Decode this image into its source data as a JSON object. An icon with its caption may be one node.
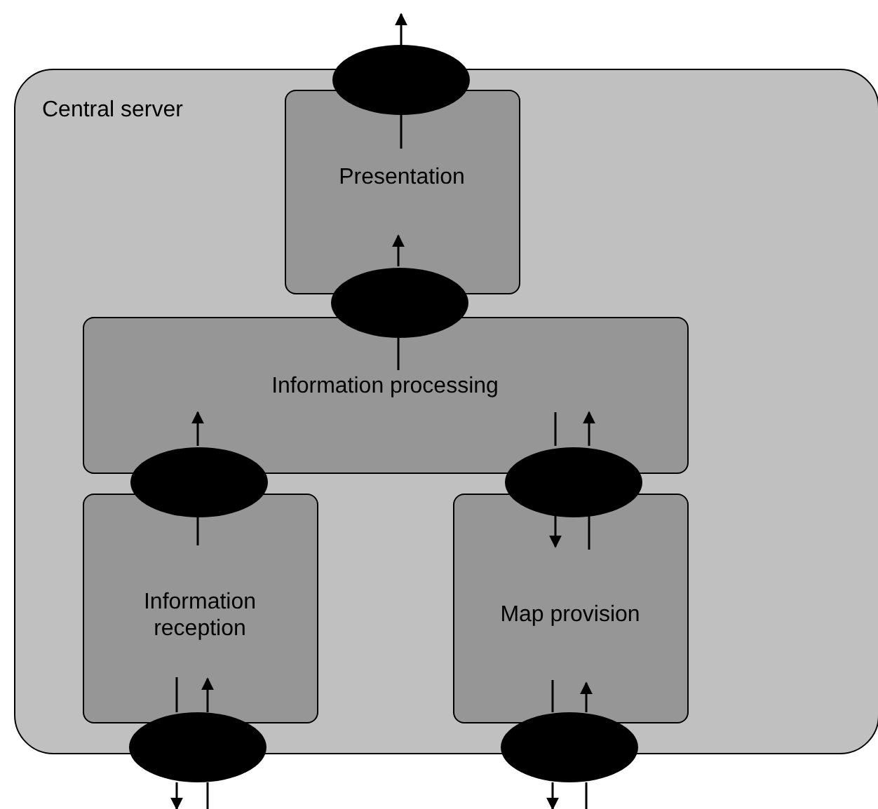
{
  "diagram": {
    "nodes": [
      {
        "text": [
          "Central server"
        ]
      },
      {
        "text": [
          "Presentation"
        ],
        "in": 0
      },
      {
        "text": [
          "Information processing"
        ],
        "in": 0
      },
      {
        "text": [
          "Information reception"
        ],
        "in": 0
      },
      {
        "text": [
          "Map provision"
        ],
        "in": 0
      },
      {
        "text": [],
        "shape": "ellipse"
      },
      {
        "text": [],
        "shape": "ellipse",
        "in": 0
      },
      {
        "text": [],
        "shape": "ellipse",
        "in": 0
      },
      {
        "text": [],
        "shape": "ellipse",
        "in": 0
      },
      {
        "text": [],
        "shape": "ellipse"
      },
      {
        "text": [],
        "shape": "ellipse"
      }
    ],
    "edges": [
      {
        "from": 5,
        "to": null,
        "arrow": "to"
      },
      {
        "from": 1,
        "to": 5,
        "arrow": "none"
      },
      {
        "from": 6,
        "to": 1,
        "arrow": "to"
      },
      {
        "from": 2,
        "to": 6,
        "arrow": "none"
      },
      {
        "from": 7,
        "to": 2,
        "arrow": "to"
      },
      {
        "from": 3,
        "to": 7,
        "arrow": "none"
      },
      {
        "from": 2,
        "to": 8,
        "arrow": "none"
      },
      {
        "from": 8,
        "to": 4,
        "arrow": "to"
      },
      {
        "from": 4,
        "to": 8,
        "arrow": "none"
      },
      {
        "from": 8,
        "to": 2,
        "arrow": "to"
      },
      {
        "from": 3,
        "to": 9,
        "arrow": "none"
      },
      {
        "from": 9,
        "to": null,
        "arrow": "to"
      },
      {
        "from": null,
        "to": 9,
        "arrow": "none"
      },
      {
        "from": 9,
        "to": 3,
        "arrow": "to"
      },
      {
        "from": 4,
        "to": 10,
        "arrow": "none"
      },
      {
        "from": 10,
        "to": null,
        "arrow": "to"
      },
      {
        "from": null,
        "to": 10,
        "arrow": "none"
      },
      {
        "from": 10,
        "to": 4,
        "arrow": "to"
      }
    ]
  }
}
